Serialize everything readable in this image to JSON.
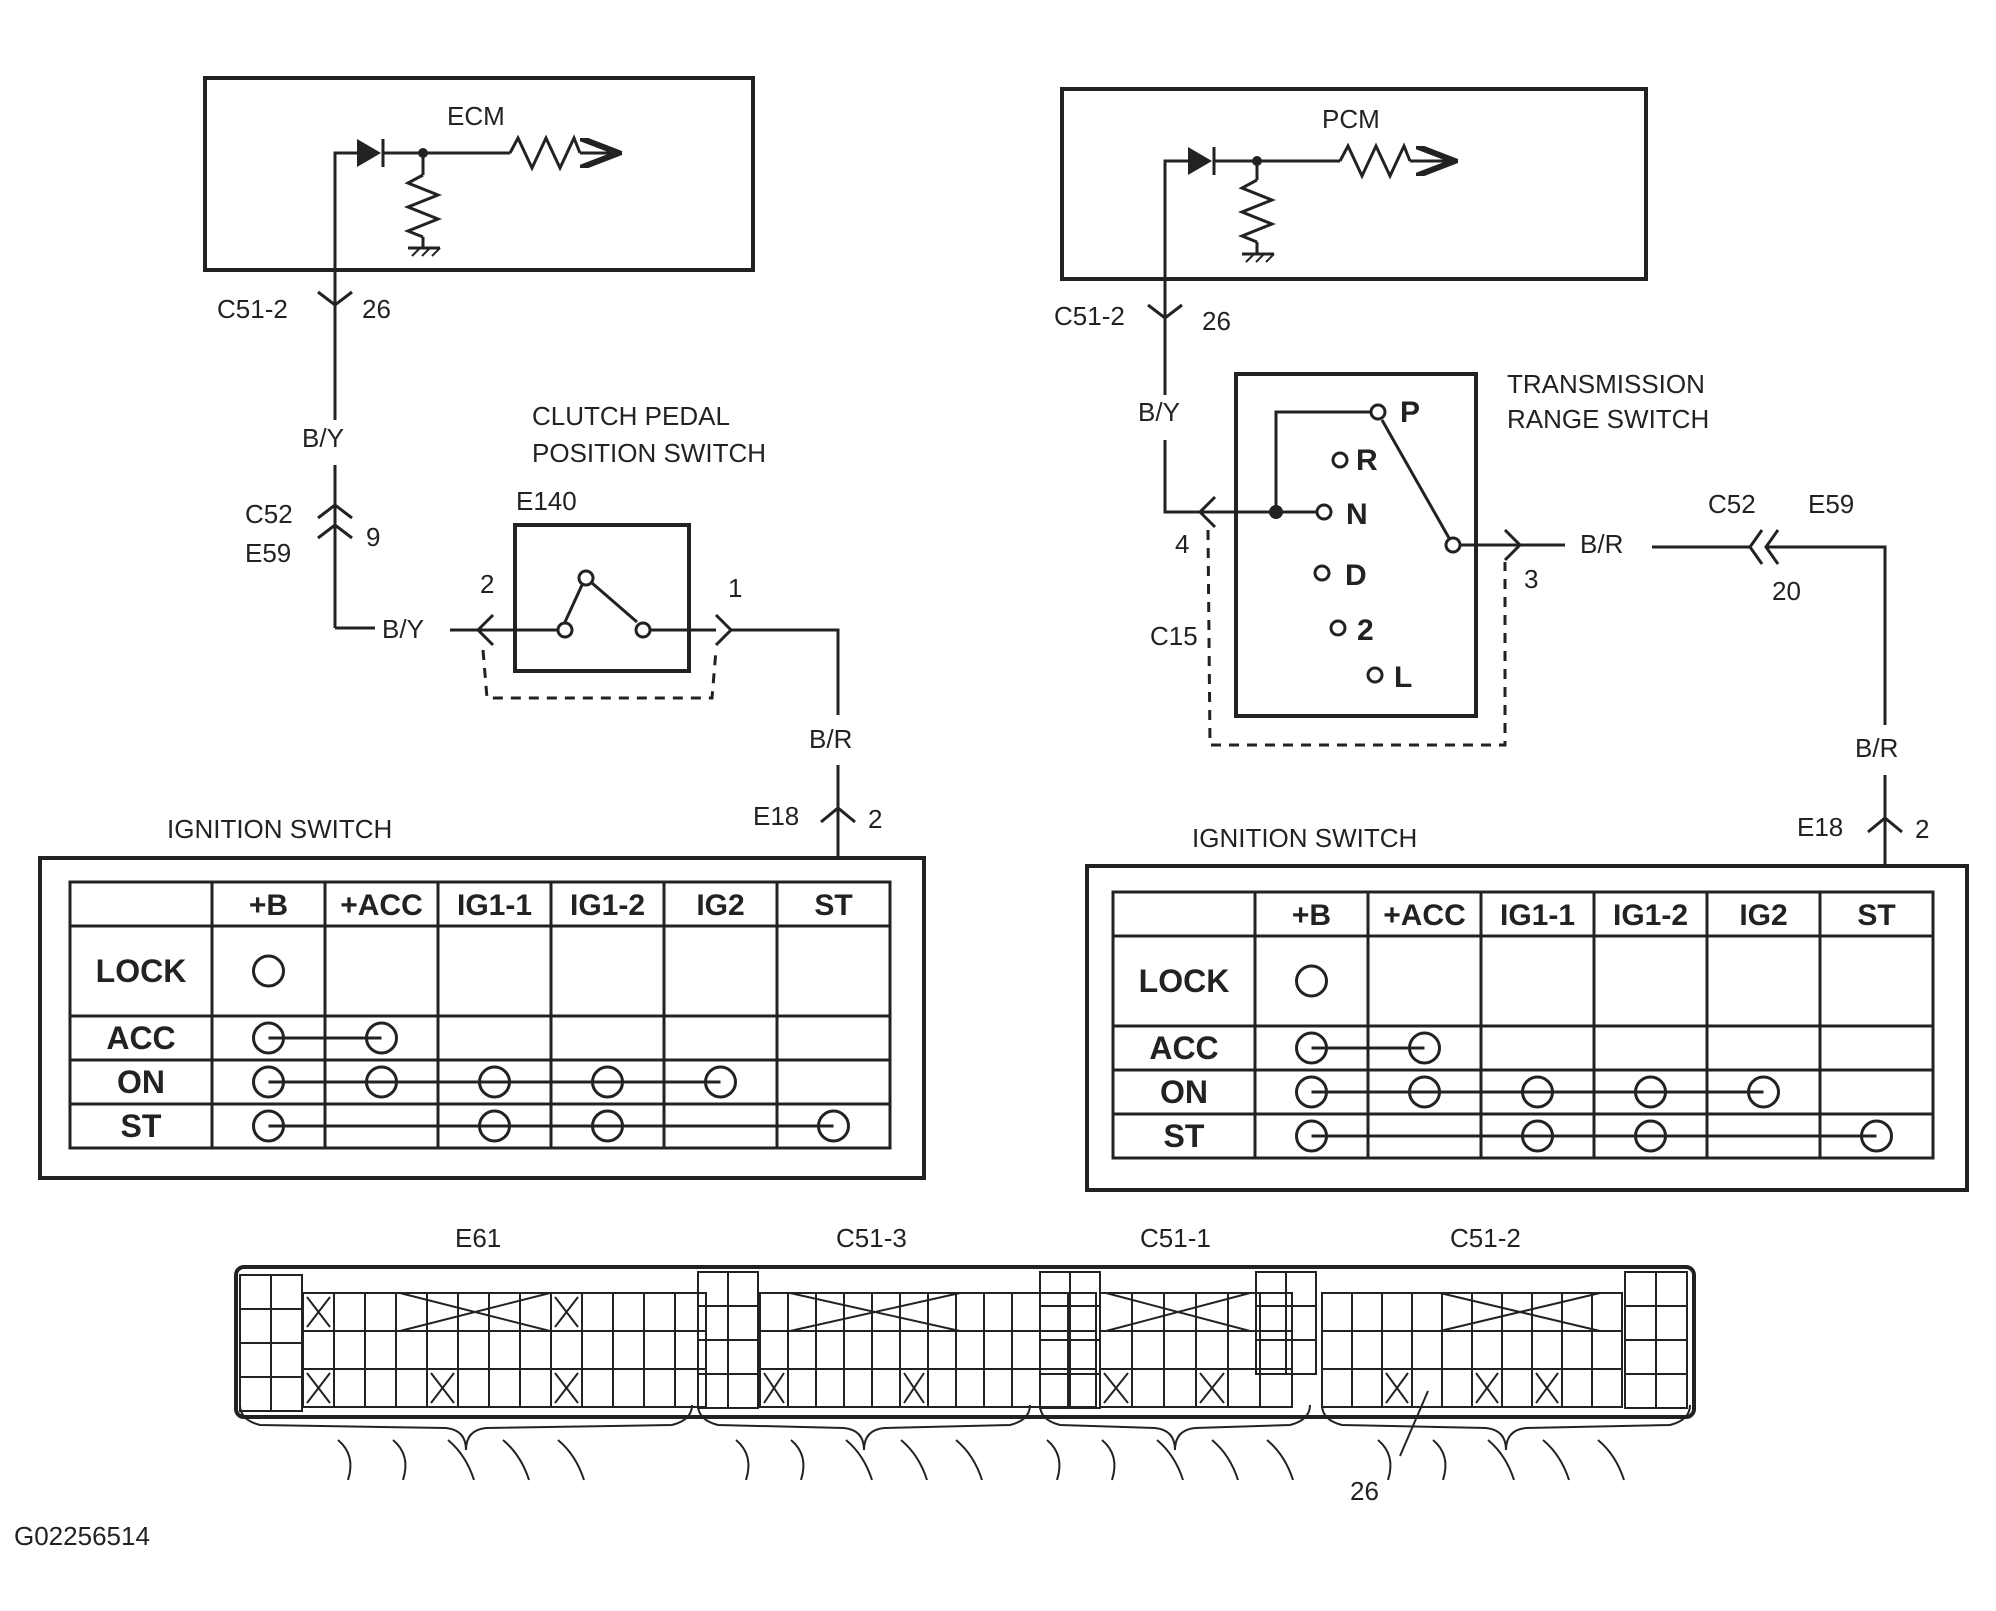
{
  "left": {
    "module": "ECM",
    "connector_top": "C51-2",
    "pin_top": "26",
    "wire_upper": "B/Y",
    "conn_mid_a": "C52",
    "conn_mid_b": "E59",
    "pin_mid": "9",
    "wire_switch_in": "B/Y",
    "switch_title_1": "CLUTCH PEDAL",
    "switch_title_2": "POSITION SWITCH",
    "switch_conn": "E140",
    "switch_pin_left": "2",
    "switch_pin_right": "1",
    "wire_lower": "B/R",
    "conn_bottom": "E18",
    "pin_bottom": "2",
    "table_title": "IGNITION  SWITCH"
  },
  "right": {
    "module": "PCM",
    "connector_top": "C51-2",
    "pin_top": "26",
    "wire_upper": "B/Y",
    "switch_title_1": "TRANSMISSION",
    "switch_title_2": "RANGE SWITCH",
    "positions": [
      "P",
      "R",
      "N",
      "D",
      "2",
      "L"
    ],
    "switch_conn": "C15",
    "pin_left": "4",
    "pin_right": "3",
    "wire_out": "B/R",
    "conn_mid_a": "C52",
    "conn_mid_b": "E59",
    "pin_mid": "20",
    "wire_lower": "B/R",
    "conn_bottom": "E18",
    "pin_bottom": "2",
    "table_title": "IGNITION SWITCH"
  },
  "ignition_table": {
    "columns": [
      "+B",
      "+ACC",
      "IG1-1",
      "IG1-2",
      "IG2",
      "ST"
    ],
    "rows": [
      "LOCK",
      "ACC",
      "ON",
      "ST"
    ],
    "connections": [
      [
        1,
        0,
        0,
        0,
        0,
        0
      ],
      [
        1,
        1,
        0,
        0,
        0,
        0
      ],
      [
        1,
        1,
        1,
        1,
        1,
        0
      ],
      [
        1,
        0,
        1,
        1,
        0,
        1
      ]
    ]
  },
  "connectors": {
    "labels": [
      "E61",
      "C51-3",
      "C51-1",
      "C51-2"
    ],
    "pin_callout": "26"
  },
  "figure_id": "G02256514"
}
